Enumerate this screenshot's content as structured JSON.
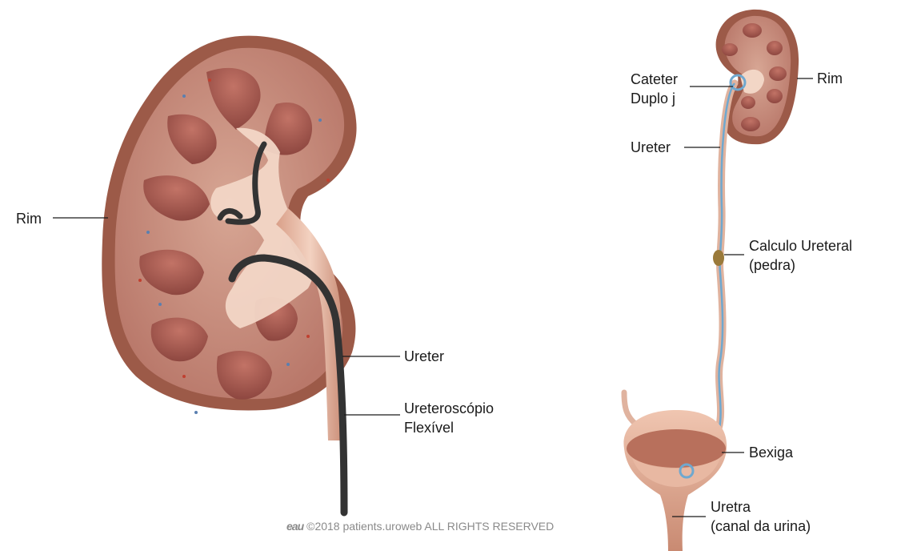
{
  "labels": {
    "left_kidney": "Rim",
    "left_ureter": "Ureter",
    "ureteroscope_line1": "Ureteroscópio",
    "ureteroscope_line2": "Flexível",
    "catheter_line1": "Cateter",
    "catheter_line2": "Duplo j",
    "right_kidney": "Rim",
    "right_ureter": "Ureter",
    "stone_line1": "Calculo Ureteral",
    "stone_line2": "(pedra)",
    "bladder": "Bexiga",
    "urethra_line1": "Uretra",
    "urethra_line2": "(canal da urina)"
  },
  "copyright": {
    "logo": "eau",
    "text": "©2018 patients.uroweb ALL RIGHTS RESERVED"
  },
  "colors": {
    "kidney_outer": "#9c5a48",
    "kidney_cortex": "#c48a76",
    "pyramid": "#a85a50",
    "pelvis": "#f2d6c6",
    "ureter": "#e3b49f",
    "scope": "#333333",
    "catheter": "#6fa8cf",
    "stone": "#9a7a3a"
  }
}
